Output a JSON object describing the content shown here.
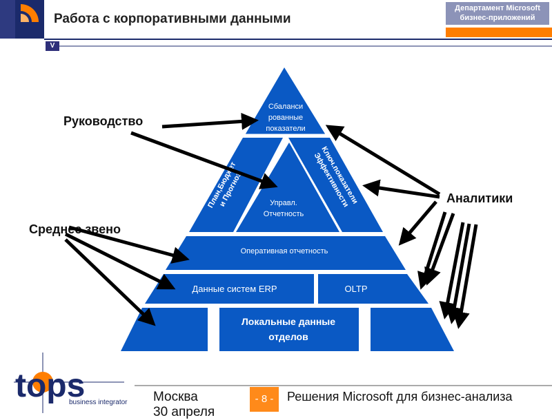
{
  "header": {
    "title": "Работа с корпоративными данными",
    "department_line1": "Департамент Microsoft",
    "department_line2": "бизнес-приложений",
    "badge": "V"
  },
  "diagram": {
    "levels": {
      "top": [
        "Сбаланси",
        "рованные",
        "показатели"
      ],
      "left_side": [
        "План,Бюджет",
        "и Прогноз"
      ],
      "center": [
        "Управл.",
        "Отчетность"
      ],
      "right_side": [
        "Ключ.показатели",
        "Эффективности"
      ],
      "operational": "Оперативная отчетность",
      "erp": "Данные систем ERP",
      "oltp": "OLTP",
      "local": [
        "Локальные данные",
        "отделов"
      ]
    },
    "labels": {
      "management": "Руководство",
      "analysts": "Аналитики",
      "middle": "Среднее звено"
    }
  },
  "footer": {
    "logo": "tops",
    "logo_sub": "business integrator",
    "city": "Москва",
    "date": "30 апреля",
    "page": "- 8 -",
    "title": "Решения Microsoft для бизнес-анализа"
  },
  "colors": {
    "blue": "#0a59c4",
    "navy": "#1b2a6b",
    "orange": "#ff7e00",
    "grey": "#8c93b8"
  }
}
